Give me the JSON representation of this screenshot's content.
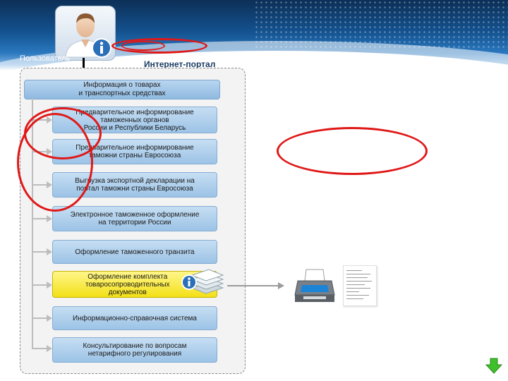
{
  "header": {
    "user_label": "Пользователь",
    "portal_label": "Интернет-портал"
  },
  "top_box": "Информация о товарах\nи транспортных средствах",
  "items": [
    {
      "label": "Предварительное информирование\nтаможенных органов\nРоссии и Республики Беларусь"
    },
    {
      "label": "Предварительное информирование\nтаможни страны Евросоюза"
    },
    {
      "label": "Выгрузка экспортной декларации на\nпортал таможни страны Евросоюза"
    },
    {
      "label": "Электронное таможенное оформление\nна территории России"
    },
    {
      "label": "Оформление таможенного транзита"
    },
    {
      "label": "Оформление комплекта\nтоваросопроводительных\nдокументов"
    },
    {
      "label": "Информационно-справочная система"
    },
    {
      "label": "Консультирование по вопросам\nнетарифного регулирования"
    }
  ],
  "colors": {
    "annotation": "#e01818",
    "item_fill": "#9cc3e6",
    "highlight_fill": "#f3e016"
  },
  "icons": [
    "user-icon",
    "info-icon",
    "stack-icon",
    "printer-icon",
    "document-icon",
    "green-down-arrow-icon"
  ]
}
